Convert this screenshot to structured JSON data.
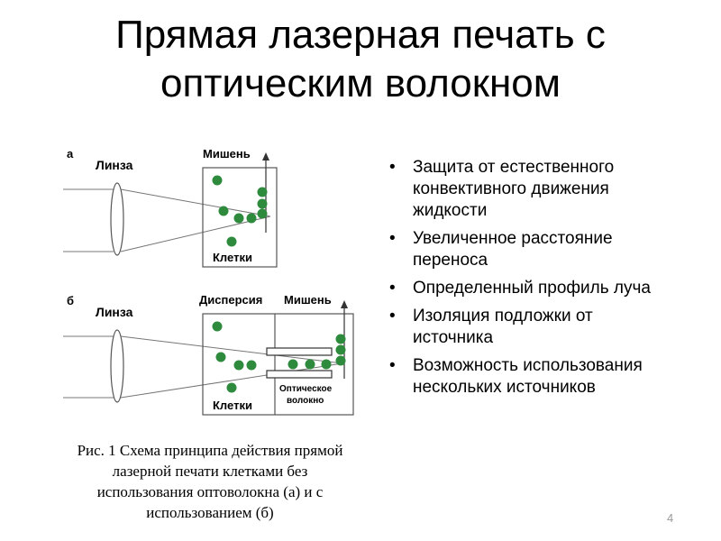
{
  "slide": {
    "title_line1": "Прямая лазерная печать с",
    "title_line2": "оптическим волокном",
    "page_number": "4"
  },
  "figure": {
    "panel_a": {
      "letter": "а",
      "lens_label": "Линза",
      "target_label": "Мишень",
      "cells_label": "Клетки"
    },
    "panel_b": {
      "letter": "б",
      "lens_label": "Линза",
      "dispersion_label": "Дисперсия",
      "target_label": "Мишень",
      "fiber_label_line1": "Оптическое",
      "fiber_label_line2": "волокно",
      "cells_label": "Клетки"
    },
    "cell_color": "#2e8b3e"
  },
  "caption": {
    "line1": "Рис. 1 Схема принципа действия прямой",
    "line2": "лазерной печати клетками без",
    "line3": "использования оптоволокна (а) и с",
    "line4": "использованием (б)"
  },
  "bullets": [
    {
      "line1": "Защита от естественного",
      "line2": "конвективного движения",
      "line3": "жидкости"
    },
    {
      "line1": "Увеличенное расстояние",
      "line2": "переноса"
    },
    {
      "line1": "Определенный профиль луча"
    },
    {
      "line1": "Изоляция подложки от",
      "line2": "источника"
    },
    {
      "line1": "Возможность использования",
      "line2": "нескольких источников"
    }
  ]
}
